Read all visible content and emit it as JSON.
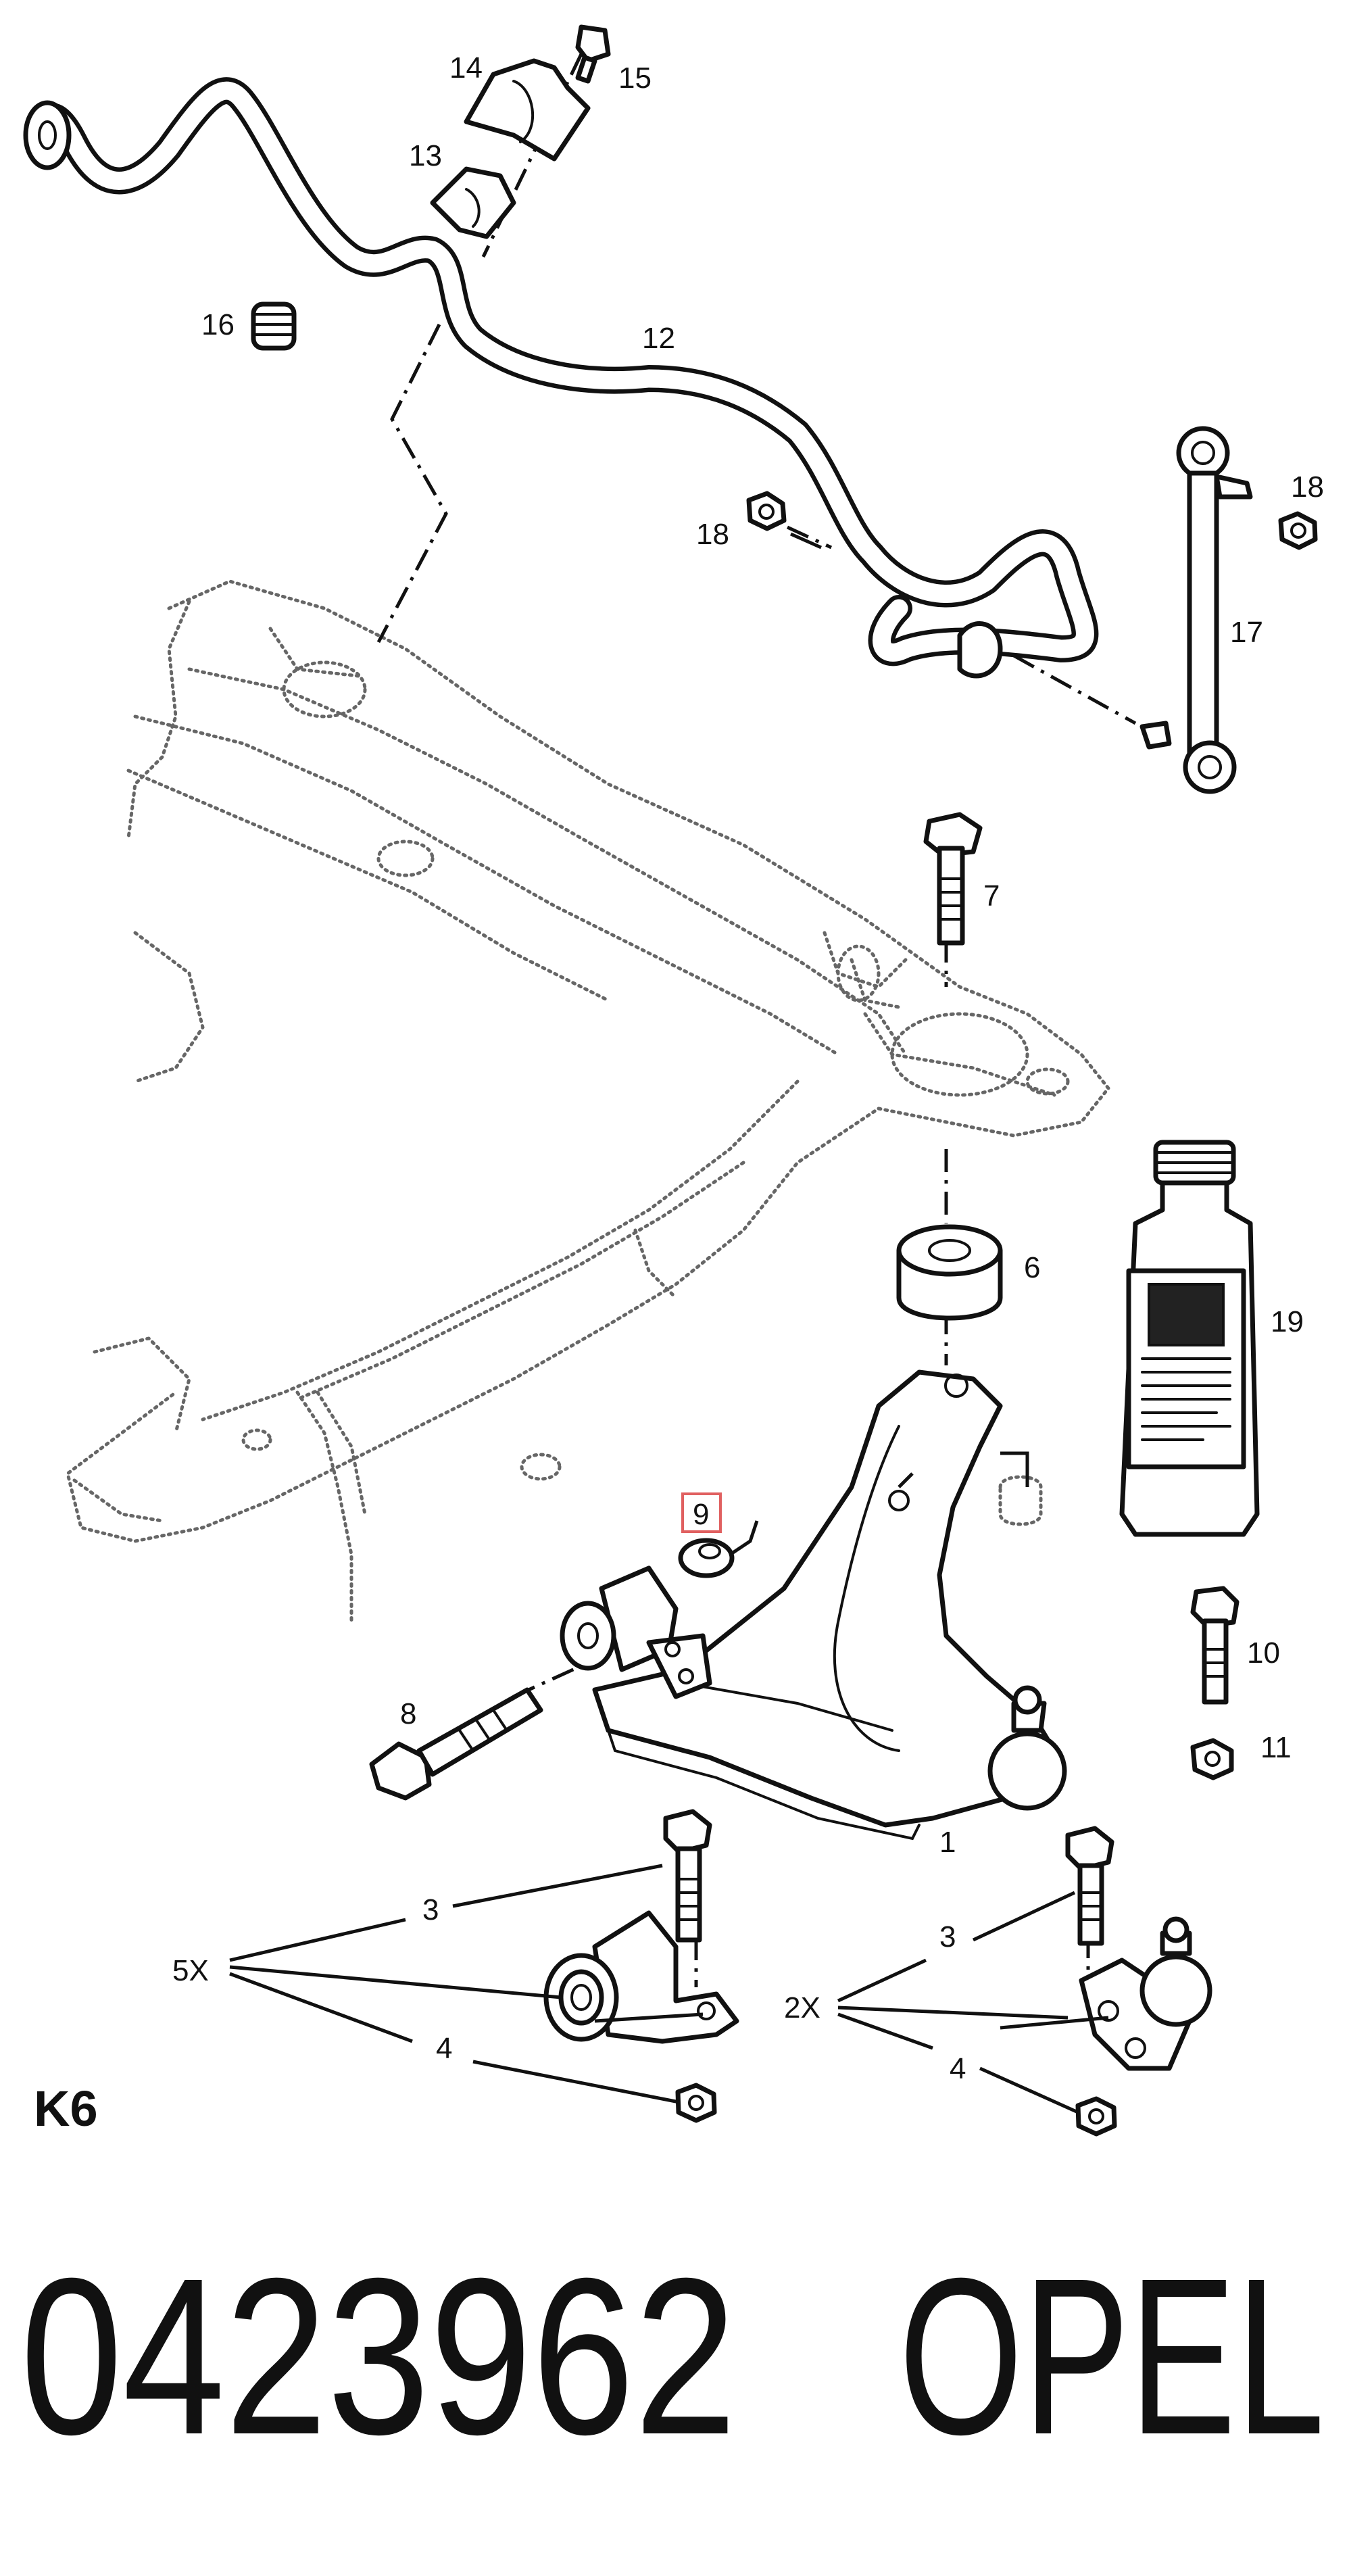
{
  "callouts": {
    "p1": "1",
    "p3a": "3",
    "p3b": "3",
    "p4a": "4",
    "p4b": "4",
    "p5x": "5X",
    "p2x": "2X",
    "p6": "6",
    "p7": "7",
    "p8": "8",
    "p9": "9",
    "p10": "10",
    "p11": "11",
    "p12": "12",
    "p13": "13",
    "p14": "14",
    "p15": "15",
    "p16": "16",
    "p17": "17",
    "p18a": "18",
    "p18b": "18",
    "p19": "19"
  },
  "diagram_code": "K6",
  "part_number": "0423962",
  "brand": "OPEL",
  "colors": {
    "line": "#111111",
    "highlight": "#e06060",
    "ghost": "#666666",
    "background": "#ffffff"
  },
  "icons": [
    "stabilizer-bar",
    "subframe",
    "control-arm",
    "bushing",
    "ball-joint",
    "bolt",
    "nut",
    "link-rod",
    "fluid-bottle"
  ]
}
